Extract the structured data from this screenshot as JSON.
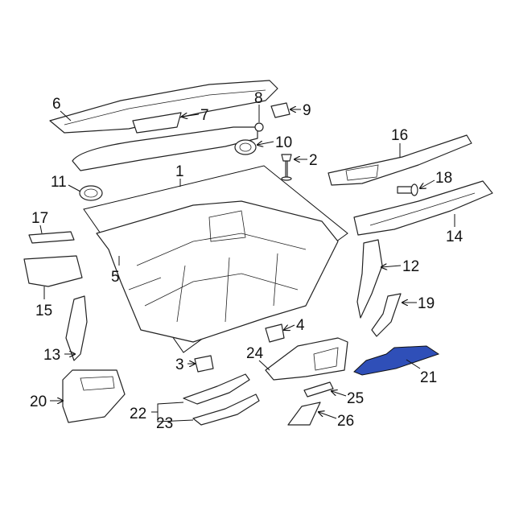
{
  "diagram": {
    "highlight_color": "#2f4fb8",
    "highlighted_part": "21",
    "callouts": [
      "1",
      "2",
      "3",
      "4",
      "5",
      "6",
      "7",
      "8",
      "9",
      "10",
      "11",
      "12",
      "13",
      "14",
      "15",
      "16",
      "17",
      "18",
      "19",
      "20",
      "21",
      "22",
      "23",
      "24",
      "25",
      "26"
    ]
  }
}
